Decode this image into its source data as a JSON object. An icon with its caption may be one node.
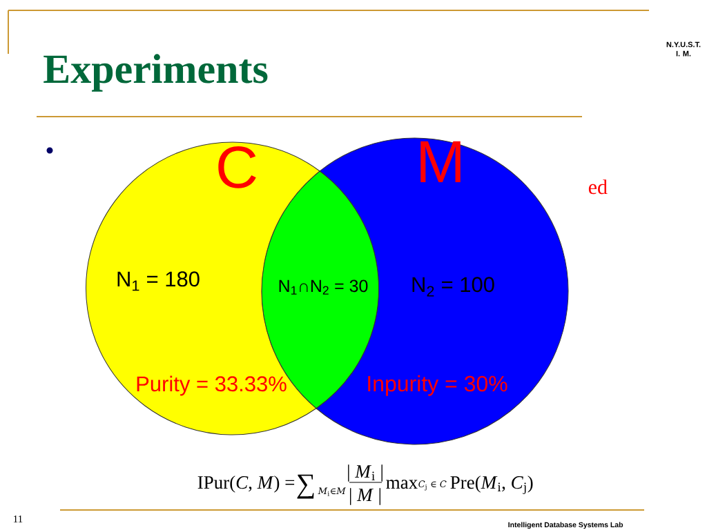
{
  "diagram": {
    "title": "Experiments",
    "nodes": [
      {
        "text": [
          "C",
          "N$_{1}$ = 180",
          "Purity = 33.33%"
        ]
      },
      {
        "text": [
          "M",
          "N$_{2}$ = 100",
          "Inpurity = 30%"
        ]
      },
      {
        "text": [
          "N$_{1}$∩N$_{2}$ = 30"
        ]
      }
    ],
    "labels": [
      "N.Y.U.S.T. I. M.",
      "ed",
      "IPur(*C*, *M*) =",
      "∑",
      "*M*$_{i}$∈*M*",
      "| *M*$_{i}$ |",
      "| *M* |",
      "max",
      "*C*$_{j}$ ∈ *C*",
      "Pre(*M*$_{i}$, *C*$_{j}$)",
      "11",
      "Intelligent Database Systems Lab"
    ]
  }
}
